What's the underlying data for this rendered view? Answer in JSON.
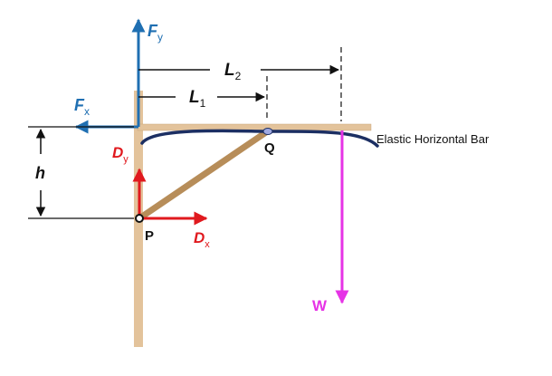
{
  "labels": {
    "fy": {
      "main": "F",
      "sub": "y"
    },
    "fx": {
      "main": "F",
      "sub": "x"
    },
    "l2": {
      "main": "L",
      "sub": "2"
    },
    "l1": {
      "main": "L",
      "sub": "1"
    },
    "h": "h",
    "dy": {
      "main": "D",
      "sub": "y"
    },
    "dx": {
      "main": "D",
      "sub": "x"
    },
    "p": "P",
    "q": "Q",
    "w": "W",
    "bar": "Elastic Horizontal Bar"
  },
  "colors": {
    "wall": "#e3c39b",
    "strut": "#b78d59",
    "bar_curve": "#1c2f63",
    "f_force": "#1f6fb2",
    "d_force": "#e0191e",
    "weight": "#e633e6",
    "dimension": "#111111"
  }
}
